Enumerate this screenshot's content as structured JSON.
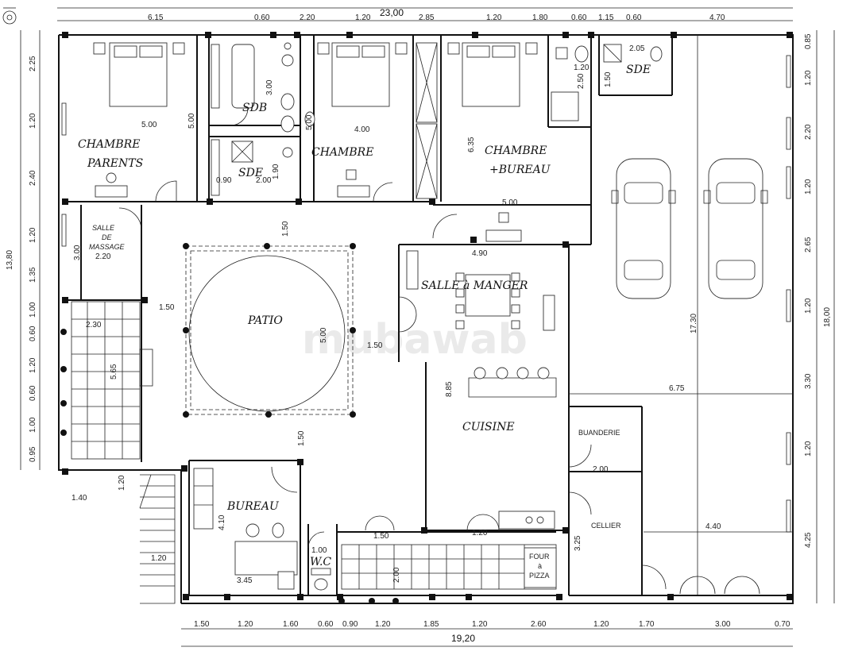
{
  "rooms": {
    "chambre_parents_1": "CHAMBRE",
    "chambre_parents_2": "PARENTS",
    "sdb": "SDB",
    "sde_left": "SDE",
    "chambre_mid": "CHAMBRE",
    "chambre_bureau_1": "CHAMBRE",
    "chambre_bureau_2": "+BUREAU",
    "sde_right": "SDE",
    "salle_massage_1": "SALLE",
    "salle_massage_2": "DE",
    "salle_massage_3": "MASSAGE",
    "patio": "PATIO",
    "salle_manger": "SALLE à MANGER",
    "cuisine": "CUISINE",
    "buanderie": "BUANDERIE",
    "cellier": "CELLIER",
    "bureau": "BUREAU",
    "wc": "W.C",
    "four_1": "FOUR",
    "four_2": "à",
    "four_3": "PIZZA"
  },
  "top_dims": {
    "total": "23,00",
    "segments": [
      "6.15",
      "0.60",
      "2.20",
      "1.20",
      "2.85",
      "1.20",
      "1.80",
      "0.60",
      "1.15",
      "0.60",
      "4.70"
    ]
  },
  "bottom_dims": {
    "total": "19,20",
    "segments": [
      "1.50",
      "1.20",
      "1.60",
      "0.60",
      "0.90",
      "1.20",
      "1.85",
      "1.20",
      "2.60",
      "1.20",
      "1.70",
      "3.00",
      "0.70"
    ]
  },
  "left_dims": {
    "total": "13,80",
    "segments": [
      "2.25",
      "1.20",
      "2.40",
      "1.20",
      "1.35",
      "1.00",
      "0.60",
      "1.20",
      "0.60",
      "1.00",
      "0.95"
    ]
  },
  "right_dims": {
    "total": "18,00",
    "segments": [
      "0.85",
      "1.20",
      "2.20",
      "1.20",
      "2.65",
      "1.20",
      "3.30",
      "1.20",
      "4.25"
    ]
  },
  "inner_dims": {
    "d500a": "5.00",
    "d500b": "5.00",
    "d300": "3.00",
    "d400": "4.00",
    "d500c": "5.00",
    "d635": "6.35",
    "d120a": "1.20",
    "d250": "2.50",
    "d150a": "1.50",
    "d205": "2.05",
    "d190": "1.90",
    "d200a": "2.00",
    "d090": "0.90",
    "d500d": "5.00",
    "d150b": "1.50",
    "d300b": "3.00",
    "d220": "2.20",
    "d490": "4.90",
    "d150c": "1.50",
    "d500e": "5.00",
    "d150d": "1.50",
    "d230": "2.30",
    "d565": "5.65",
    "d885": "8.85",
    "d1730": "17.30",
    "d675": "6.75",
    "d150e": "1.50",
    "d200b": "2.00",
    "d440": "4.40",
    "d140": "1.40",
    "d120b": "1.20",
    "d410": "4.10",
    "d100": "1.00",
    "d150f": "1.50",
    "d120c": "1.20",
    "d345": "3.45",
    "d200c": "2.00",
    "d325": "3.25",
    "d120d": "1.20"
  },
  "watermark": "mubawab"
}
